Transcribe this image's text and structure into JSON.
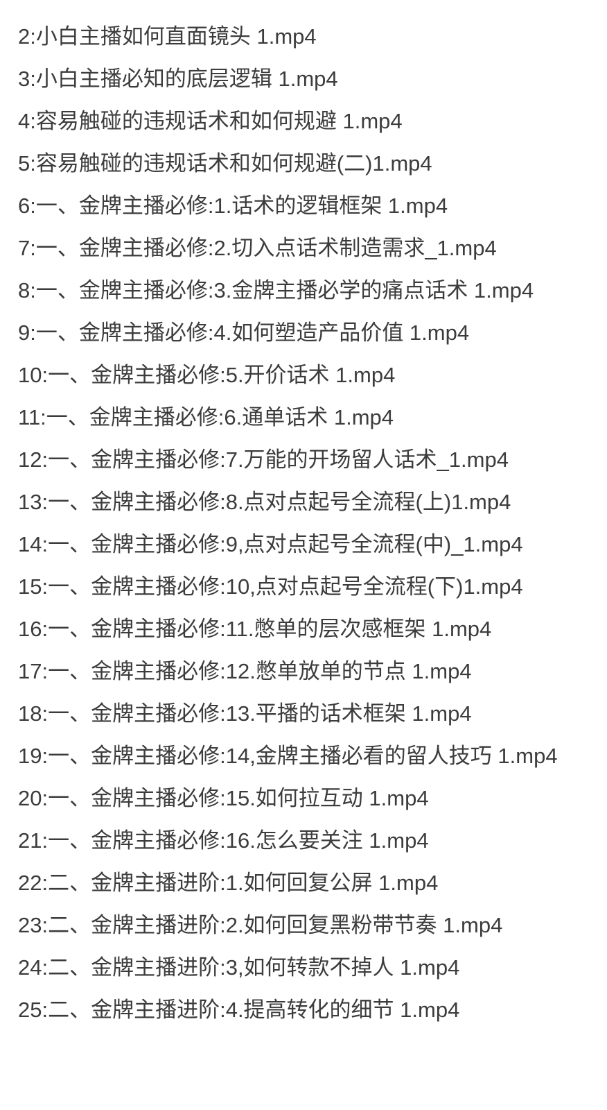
{
  "document": {
    "type": "plain-text-file-listing",
    "background_color": "#ffffff",
    "text_color": "#3c3c3c"
  },
  "file_list": {
    "entries": [
      {
        "index": "2",
        "text": "2:小白主播如何直面镜头 1.mp4"
      },
      {
        "index": "3",
        "text": "3:小白主播必知的底层逻辑 1.mp4"
      },
      {
        "index": "4",
        "text": "4:容易触碰的违规话术和如何规避 1.mp4"
      },
      {
        "index": "5",
        "text": "5:容易触碰的违规话术和如何规避(二)1.mp4"
      },
      {
        "index": "6",
        "text": "6:一、金牌主播必修:1.话术的逻辑框架 1.mp4"
      },
      {
        "index": "7",
        "text": "7:一、金牌主播必修:2.切入点话术制造需求_1.mp4"
      },
      {
        "index": "8",
        "text": "8:一、金牌主播必修:3.金牌主播必学的痛点话术 1.mp4"
      },
      {
        "index": "9",
        "text": "9:一、金牌主播必修:4.如何塑造产品价值 1.mp4"
      },
      {
        "index": "10",
        "text": "10:一、金牌主播必修:5.开价话术 1.mp4"
      },
      {
        "index": "11",
        "text": "11:一、金牌主播必修:6.通单话术 1.mp4"
      },
      {
        "index": "12",
        "text": "12:一、金牌主播必修:7.万能的开场留人话术_1.mp4"
      },
      {
        "index": "13",
        "text": "13:一、金牌主播必修:8.点对点起号全流程(上)1.mp4"
      },
      {
        "index": "14",
        "text": "14:一、金牌主播必修:9,点对点起号全流程(中)_1.mp4"
      },
      {
        "index": "15",
        "text": "15:一、金牌主播必修:10,点对点起号全流程(下)1.mp4"
      },
      {
        "index": "16",
        "text": "16:一、金牌主播必修:11.憋单的层次感框架 1.mp4"
      },
      {
        "index": "17",
        "text": "17:一、金牌主播必修:12.憋单放单的节点 1.mp4"
      },
      {
        "index": "18",
        "text": "18:一、金牌主播必修:13.平播的话术框架 1.mp4"
      },
      {
        "index": "19",
        "text": "19:一、金牌主播必修:14,金牌主播必看的留人技巧 1.mp4"
      },
      {
        "index": "20",
        "text": "20:一、金牌主播必修:15.如何拉互动 1.mp4"
      },
      {
        "index": "21",
        "text": "21:一、金牌主播必修:16.怎么要关注 1.mp4"
      },
      {
        "index": "22",
        "text": "22:二、金牌主播进阶:1.如何回复公屏 1.mp4"
      },
      {
        "index": "23",
        "text": "23:二、金牌主播进阶:2.如何回复黑粉带节奏 1.mp4"
      },
      {
        "index": "24",
        "text": "24:二、金牌主播进阶:3,如何转款不掉人 1.mp4"
      },
      {
        "index": "25",
        "text": "25:二、金牌主播进阶:4.提高转化的细节 1.mp4"
      }
    ]
  }
}
